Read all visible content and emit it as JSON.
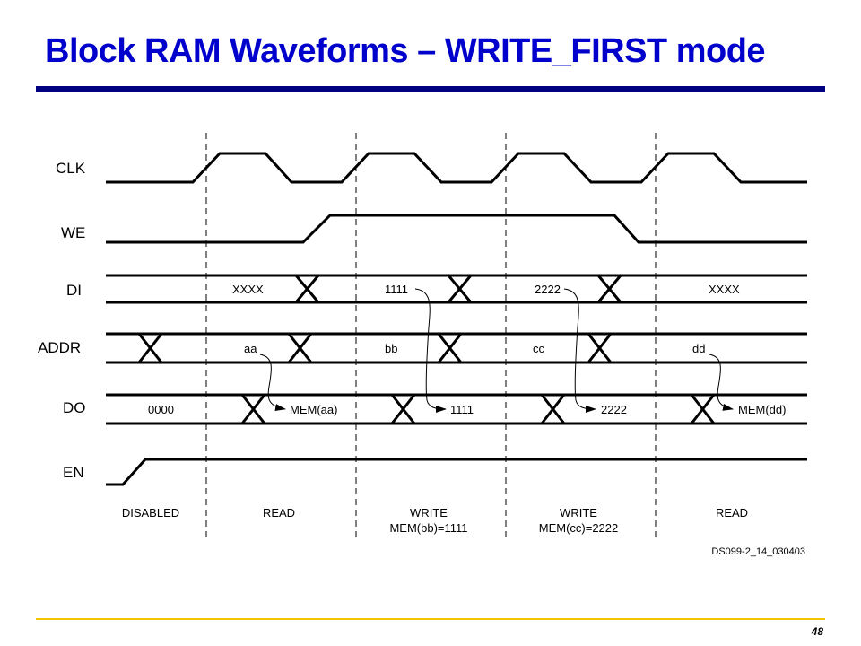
{
  "slide": {
    "title": "Block RAM Waveforms – WRITE_FIRST mode",
    "page_number": "48"
  },
  "signals": {
    "clk": "CLK",
    "we": "WE",
    "di": "DI",
    "addr": "ADDR",
    "do": "DO",
    "en": "EN"
  },
  "di_values": [
    "XXXX",
    "1111",
    "2222",
    "XXXX"
  ],
  "addr_values": [
    "aa",
    "bb",
    "cc",
    "dd"
  ],
  "do_values": [
    "0000",
    "MEM(aa)",
    "1111",
    "2222",
    "MEM(dd)"
  ],
  "phases": [
    {
      "line1": "DISABLED",
      "line2": ""
    },
    {
      "line1": "READ",
      "line2": ""
    },
    {
      "line1": "WRITE",
      "line2": "MEM(bb)=1111"
    },
    {
      "line1": "WRITE",
      "line2": "MEM(cc)=2222"
    },
    {
      "line1": "READ",
      "line2": ""
    }
  ],
  "figure_code": "DS099-2_14_030403"
}
